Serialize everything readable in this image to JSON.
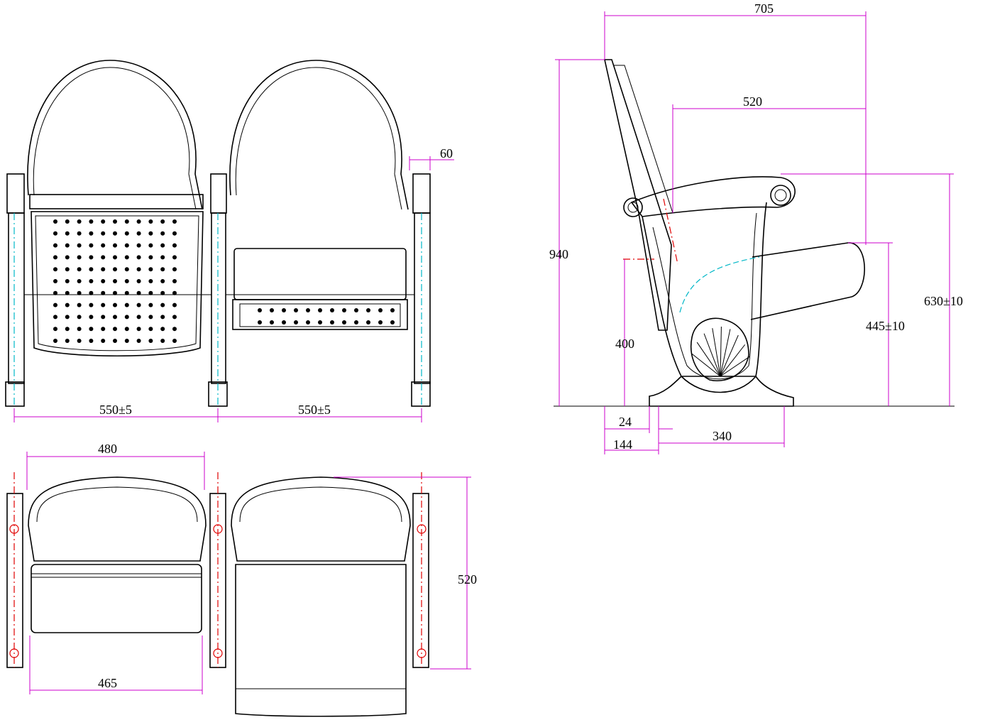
{
  "front_view": {
    "seat_pitch_left": "550±5",
    "seat_pitch_right": "550±5",
    "armrest_width": "60"
  },
  "top_view": {
    "backrest_width": "480",
    "seat_width": "465",
    "depth": "520"
  },
  "side_view": {
    "overall_depth": "705",
    "seat_depth": "520",
    "overall_height": "940",
    "seat_height": "400",
    "armrest_height": "630±10",
    "seat_front_height": "445±10",
    "foot_offset": "24",
    "back_offset": "144",
    "base_length": "340"
  },
  "colors": {
    "dimension": "#cc00cc",
    "centerline_cyan": "#00b7c7",
    "centerline_red": "#e00000"
  }
}
